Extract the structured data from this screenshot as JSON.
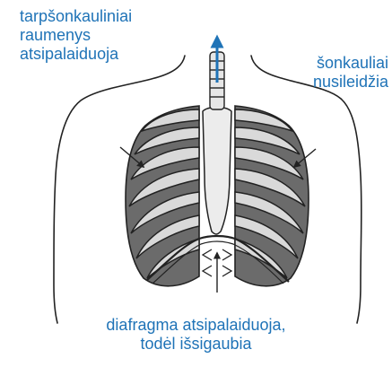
{
  "labels": {
    "intercostal": [
      "tarpšonkauliniai",
      "raumenys",
      "atsipalaiduoja"
    ],
    "ribs": [
      "šonkauliai",
      "nusileidžia"
    ],
    "diaphragm": [
      "diafragma atsipalaiduoja,",
      "todėl išsigaubia"
    ]
  },
  "colors": {
    "label_text": "#1f73b7",
    "arrow_blue": "#1f73b7",
    "outline": "#222222",
    "rib_fill": "#d9d9d9",
    "intercostal_fill": "#6b6b6b",
    "sternum_fill": "#ececec"
  },
  "icons": {
    "air_out_arrow": "arrow-up-icon",
    "ribs_in_arrows": "arrow-inward-icon",
    "diaphragm_arrow": "arrow-up-icon"
  }
}
